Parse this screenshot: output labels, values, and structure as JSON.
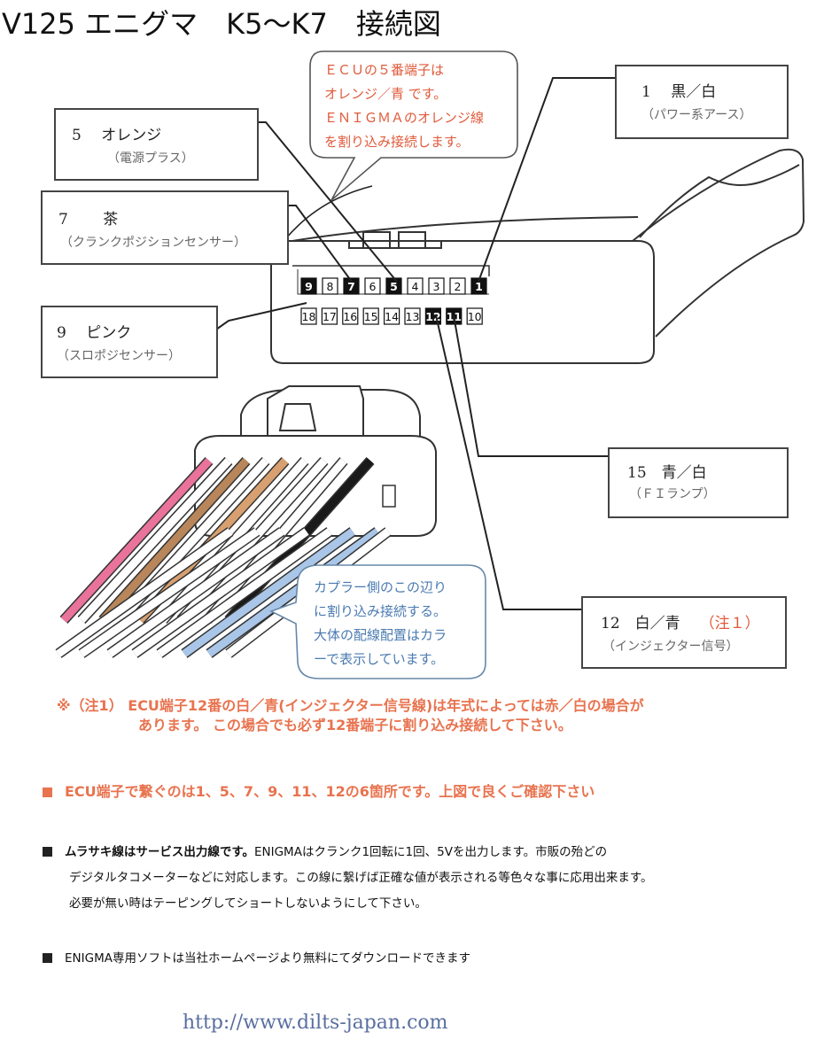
{
  "title": "V125 エニグマ　K5～K7　接続図",
  "bubble_ecu": {
    "lines": [
      "ＥＣＵの５番端子は",
      "オレンジ／青 です。",
      "ＥＮＩＧＭＡのオレンジ線",
      "を割り込み接続します。"
    ]
  },
  "labels": {
    "pin1": {
      "main": "1　 黒／白",
      "sub": "（パワー系アース）"
    },
    "pin5": {
      "main": "5 　オレンジ",
      "sub": "（電源プラス）"
    },
    "pin7": {
      "main": "7 　　茶",
      "sub": "（クランクポジションセンサー）"
    },
    "pin9": {
      "main": "9 　ピンク",
      "sub": "（スロポジセンサー）"
    },
    "pin15": {
      "main": "15　青／白",
      "sub": "（ＦＩランプ）"
    },
    "pin12": {
      "main": "12　白／青",
      "note": "（注１）",
      "sub": "（インジェクター信号）"
    }
  },
  "connector_pins": {
    "top_row": [
      "9",
      "8",
      "7",
      "6",
      "5",
      "4",
      "3",
      "2",
      "1"
    ],
    "top_dark": [
      "9",
      "7",
      "5",
      "1"
    ],
    "bottom_row": [
      "18",
      "17",
      "16",
      "15",
      "14",
      "13",
      "12",
      "11",
      "10"
    ],
    "bottom_dark": [
      "12",
      "11"
    ]
  },
  "bubble_coupler": {
    "lines": [
      "カプラー側のこの辺り",
      "に割り込み接続する。",
      "大体の配線配置はカラ",
      "ーで表示しています。"
    ]
  },
  "note1": {
    "line1": "※（注1） ECU端子12番の白／青(インジェクター信号線)は年式によっては赤／白の場合が",
    "line2": "あります。 この場合でも必ず12番端子に割り込み接続して下さい。"
  },
  "bullets": {
    "b1": "ECU端子で繋ぐのは1、5、7、9、11、12の6箇所です。上図で良くご確認下さい",
    "b2_bold": "ムラサキ線はサービス出力線です。",
    "b2_rest": "ENIGMAはクランク1回転に1回、5Vを出力します。市販の殆どの",
    "b2_line2": "デジタルタコメーターなどに対応します。この線に繋げば正確な値が表示される等色々な事に応用出来ます。",
    "b2_line3": "必要が無い時はテーピングしてショートしないようにして下さい。",
    "b3": "ENIGMA専用ソフトは当社ホームページより無料にてダウンロードできます"
  },
  "url": "http://www.dilts-japan.com",
  "colors": {
    "accent_orange": "#e8734f",
    "bubble_blue": "#4a7ab0",
    "wire_pink": "#e9739a",
    "wire_brown": "#b8865a",
    "wire_orange": "#d8a070",
    "wire_black": "#1a1a1a",
    "wire_lightblue": "#a9c6e8"
  }
}
